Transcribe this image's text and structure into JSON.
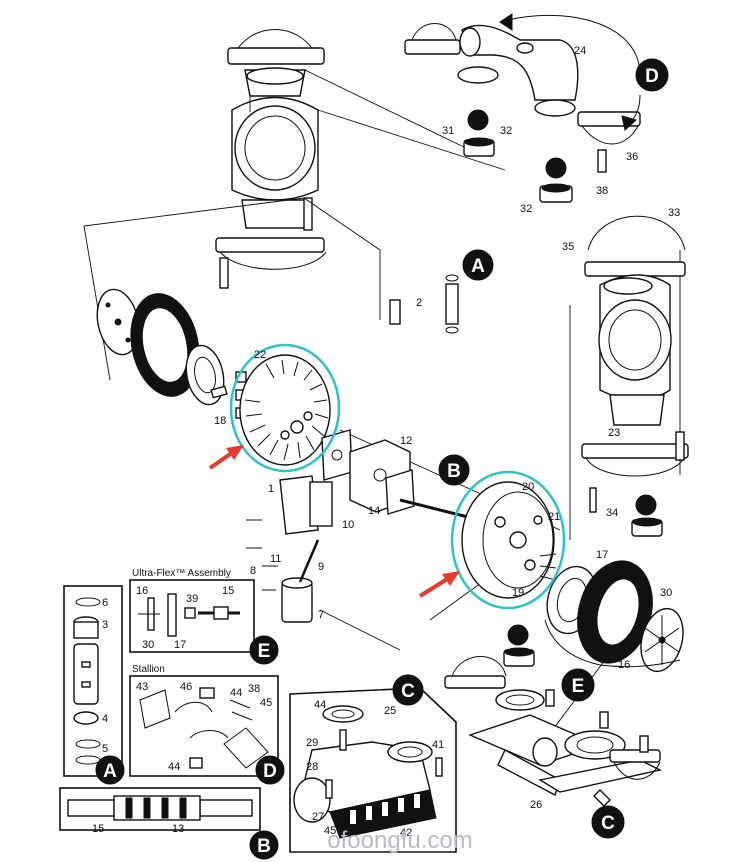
{
  "diagram": {
    "watermark": "ofoongfu.com",
    "callouts": [
      "A",
      "B",
      "C",
      "D",
      "E"
    ],
    "boxes": {
      "ultraflex_title": "Ultra-Flex™ Assembly",
      "stallion_title": "Stallion"
    },
    "part_numbers": {
      "p1": "1",
      "p2": "2",
      "p7": "7",
      "p8": "8",
      "p9": "9",
      "p10": "10",
      "p11": "11",
      "p12": "12",
      "p14": "14",
      "p18": "18",
      "p19": "19",
      "p20": "20",
      "p21": "21",
      "p22": "22",
      "p23": "23",
      "p24": "24",
      "p31": "31",
      "p32a": "32",
      "p32b": "32",
      "p33": "33",
      "p34": "34",
      "p35": "35",
      "p36": "36",
      "p38": "38",
      "p17": "17",
      "p30": "30",
      "p16": "16",
      "p25": "25",
      "p26": "26",
      "p27": "27",
      "p28": "28",
      "p29": "29",
      "p41": "41",
      "p42": "42",
      "p44": "44",
      "p45": "45",
      "pA3": "3",
      "pA4": "4",
      "pA5": "5",
      "pA6": "6",
      "pB13": "13",
      "pB15": "15",
      "u16": "16",
      "u15": "15",
      "u39": "39",
      "u30": "30",
      "u17": "17",
      "s43": "43",
      "s46": "46",
      "s44a": "44",
      "s38": "38",
      "s45": "45",
      "s44b": "44"
    },
    "colors": {
      "highlight": "#2ec4c4",
      "arrow": "#e8382d",
      "ink": "#111111"
    }
  }
}
